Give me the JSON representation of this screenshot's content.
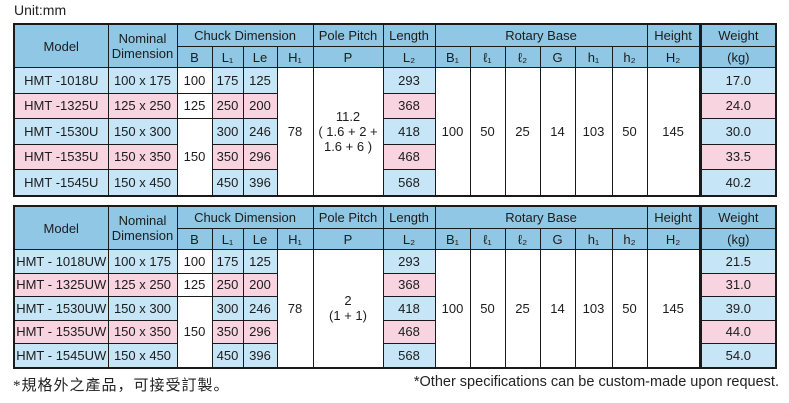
{
  "unit_label": "Unit:mm",
  "colors": {
    "header_bg": "#8fc7e4",
    "row_blue": "#c6e5f6",
    "row_pink": "#f8d3e0",
    "border": "#1a1a1a"
  },
  "columns": {
    "model": "Model",
    "nominal_line1": "Nominal",
    "nominal_line2": "Dimension",
    "chuck_dimension": "Chuck Dimension",
    "b": "B",
    "l1": "L₁",
    "le": "Le",
    "h1": "H₁",
    "pole_pitch": "Pole Pitch",
    "p": "P",
    "length": "Length",
    "l2": "L₂",
    "rotary_base": "Rotary Base",
    "b1": "B₁",
    "rl1": "ℓ₁",
    "rl2": "ℓ₂",
    "g": "G",
    "rh1": "h₁",
    "rh2": "h₂",
    "height": "Height",
    "h2": "H₂",
    "weight": "Weight",
    "kg": "(kg)"
  },
  "table1": {
    "rows": [
      {
        "model": "HMT -1018U",
        "nominal": "100 x 175",
        "l1": "175",
        "le": "125",
        "l2": "293",
        "weight": "17.0"
      },
      {
        "model": "HMT -1325U",
        "nominal": "125 x 250",
        "l1": "250",
        "le": "200",
        "l2": "368",
        "weight": "24.0"
      },
      {
        "model": "HMT -1530U",
        "nominal": "150 x 300",
        "l1": "300",
        "le": "246",
        "l2": "418",
        "weight": "30.0"
      },
      {
        "model": "HMT -1535U",
        "nominal": "150 x 350",
        "l1": "350",
        "le": "296",
        "l2": "468",
        "weight": "33.5"
      },
      {
        "model": "HMT -1545U",
        "nominal": "150 x 450",
        "l1": "450",
        "le": "396",
        "l2": "568",
        "weight": "40.2"
      }
    ],
    "b_row1": "100",
    "b_row2": "125",
    "b_rows345": "150",
    "h1": "78",
    "pole_pitch": [
      "11.2",
      "( 1.6 + 2 +",
      "1.6 + 6 )"
    ],
    "rotary": {
      "b1": "100",
      "l1": "50",
      "l2": "25",
      "g": "14",
      "h1": "103",
      "h2": "50"
    },
    "height_h2": "145"
  },
  "table2": {
    "rows": [
      {
        "model": "HMT - 1018UW",
        "nominal": "100 x 175",
        "l1": "175",
        "le": "125",
        "l2": "293",
        "weight": "21.5"
      },
      {
        "model": "HMT - 1325UW",
        "nominal": "125 x 250",
        "l1": "250",
        "le": "200",
        "l2": "368",
        "weight": "31.0"
      },
      {
        "model": "HMT - 1530UW",
        "nominal": "150 x 300",
        "l1": "300",
        "le": "246",
        "l2": "418",
        "weight": "39.0"
      },
      {
        "model": "HMT - 1535UW",
        "nominal": "150 x 350",
        "l1": "350",
        "le": "296",
        "l2": "468",
        "weight": "44.0"
      },
      {
        "model": "HMT - 1545UW",
        "nominal": "150 x 450",
        "l1": "450",
        "le": "396",
        "l2": "568",
        "weight": "54.0"
      }
    ],
    "b_row1": "100",
    "b_row2": "125",
    "b_rows345": "150",
    "h1": "78",
    "pole_pitch": [
      "2",
      "(1 + 1)"
    ],
    "rotary": {
      "b1": "100",
      "l1": "50",
      "l2": "25",
      "g": "14",
      "h1": "103",
      "h2": "50"
    },
    "height_h2": "145"
  },
  "footnotes": {
    "zh": "*規格外之產品，可接受訂製。",
    "en": "*Other specifications can be custom-made upon request."
  }
}
